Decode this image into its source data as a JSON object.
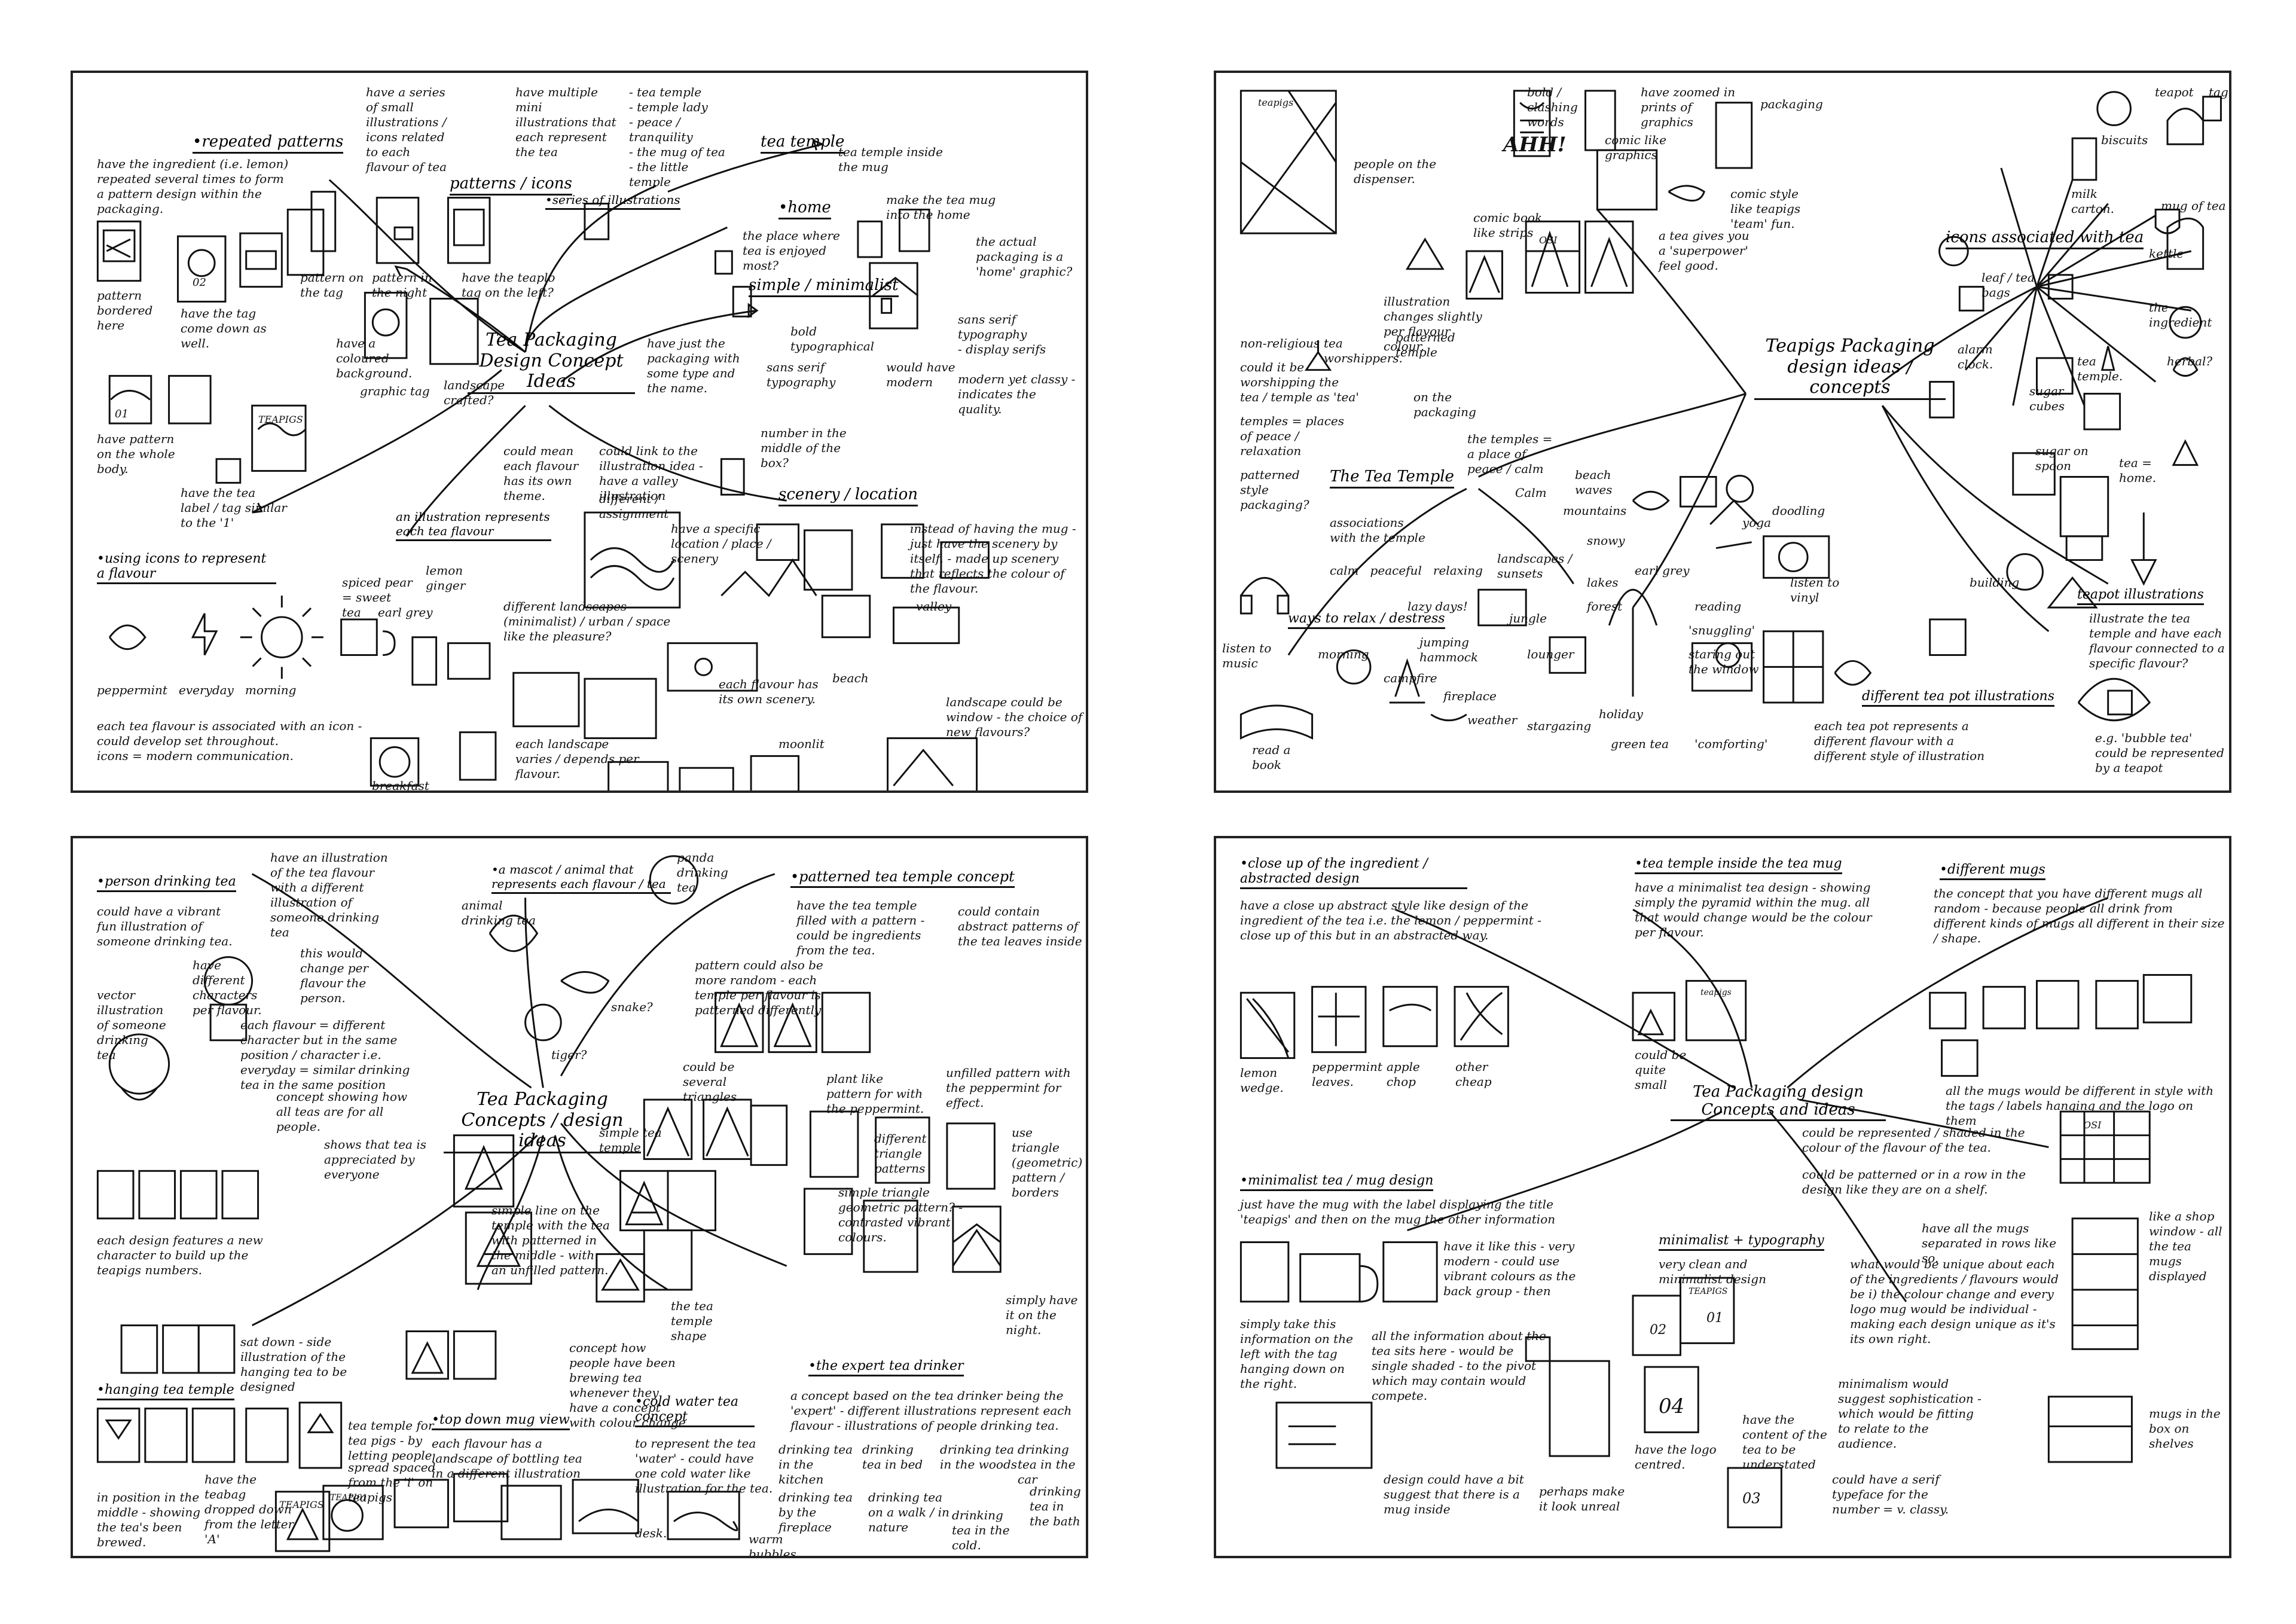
{
  "sheets": [
    {
      "title": "Tea Packaging Design\nConcept Ideas",
      "heads": {
        "repeated": "repeated patterns",
        "patterns": "patterns / icons",
        "series": "series of illustrations",
        "temple": "tea temple",
        "home": "home",
        "minimal": "simple / minimalist",
        "scenery": "scenery / location",
        "illustration": "an illustration represents each tea flavour",
        "icons": "using icons to represent a flavour"
      },
      "notes": {
        "n1": "have the ingredient (i.e. lemon) repeated several times to form a pattern design within the packaging.",
        "n2": "have a series of small illustrations / icons related to each flavour of tea",
        "n3": "have multiple mini illustrations that each represent the tea",
        "n4": "- tea temple\n- temple lady\n- peace / tranquility\n- the mug of tea\n- the little temple",
        "n5": "tea temple inside the mug",
        "n6": "the place where tea is enjoyed most?",
        "n7": "make the tea mug into the home",
        "n8": "the actual packaging is a 'home' graphic?",
        "n9": "have just the packaging with some type and the name.",
        "n10": "sans serif typography\n- display serifs",
        "n11": "bold typographical",
        "n12": "sans serif typography",
        "n13": "would have modern",
        "n14": "modern yet classy - indicates the quality.",
        "n15": "number in the middle of the box?",
        "n16": "pattern in the night",
        "n17": "have the teaplo tag on the left?",
        "n18": "pattern bordered here",
        "n19": "have the tag come down as well.",
        "n20": "pattern on the tag",
        "n21": "have a coloured background.",
        "n22": "graphic tag",
        "n23": "landscape crafted?",
        "n24": "have pattern on the whole body.",
        "n25": "have the tea label / tag similar to the '1'",
        "n26": "could mean each flavour has its own theme.",
        "n27": "could link to the illustration idea - have a valley illustration",
        "n28": "have a specific location / place / scenery",
        "n29": "instead of having the mug - just have the scenery by itself. - made up scenery that reflects the colour of the flavour.",
        "n30": "different landscapes (minimalist) / urban / space like the pleasure?",
        "n31": "different / assignment",
        "n32": "each flavour has its own scenery.",
        "n33": "landscape could be window - the choice of new flavours?",
        "n34": "each landscape varies / depends per flavour.",
        "n35": "peppermint   everyday   morning",
        "n36": "each tea flavour is associated with an icon - could develop set throughout.\nicons = modern communication.",
        "n37": "spiced pear = sweet tea",
        "n38": "lemon ginger",
        "n39": "earl grey",
        "n40": "breakfast",
        "n41": "valley",
        "n42": "beach",
        "n43": "moonlit",
        "n44": "TEAPIGS",
        "n45": "01",
        "n46": "02"
      }
    },
    {
      "title": "Teapigs Packaging\ndesign ideas / concepts",
      "heads": {
        "temple": "The Tea Temple",
        "relax": "ways to relax / destress",
        "icons": "icons associated with tea",
        "teapot": "teapot illustrations",
        "teapots": "different tea pot illustrations"
      },
      "notes": {
        "a1": "people on the dispenser.",
        "a2": "bold / clashing words",
        "a3": "have zoomed in prints of graphics",
        "a4": "comic like graphics",
        "a5": "AHH!",
        "a6": "packaging",
        "a7": "comic book like strips",
        "a8": "a tea gives you a 'superpower' feel good.",
        "a9": "comic style like teapigs 'team' fun.",
        "a10": "illustration changes slightly per flavour colour.",
        "a11": "patterned temple",
        "a12": "non-religious",
        "a13": "tea worshippers.",
        "a14": "could it be worshipping the tea / temple as 'tea'",
        "a15": "temples = places of peace / relaxation",
        "a16": "on the packaging",
        "a17": "patterned style packaging?",
        "a18": "the temples = a place of peace / calm",
        "a19": "associations with the temple",
        "a20": "calm   peaceful   relaxing",
        "a21": "beach waves",
        "a22": "mountains",
        "a23": "snowy",
        "a24": "landscapes / sunsets",
        "a25": "lakes",
        "a26": "forest",
        "a27": "lazy days!",
        "a28": "jungle",
        "a29": "jumping hammock",
        "a30": "lounger",
        "a31": "holiday",
        "a32": "stargazing",
        "a33": "green tea",
        "a34": "reading",
        "a35": "'snuggling'",
        "a36": "staring out the window",
        "a37": "listen to music",
        "a38": "morning",
        "a39": "campfire",
        "a40": "fireplace",
        "a41": "weather",
        "a42": "read a book",
        "a43": "'comforting'",
        "a44": "earl grey",
        "a45": "listen to vinyl",
        "a46": "yoga",
        "a47": "doodling",
        "a48": "biscuits",
        "a49": "milk carton.",
        "a50": "teapot",
        "a51": "tag",
        "a52": "mug of tea",
        "a53": "kettle",
        "a54": "the ingredient",
        "a55": "herbal?",
        "a56": "tea temple.",
        "a57": "leaf / tea bags",
        "a58": "alarm clock.",
        "a59": "sugar cubes",
        "a60": "sugar on spoon",
        "a61": "tea = home.",
        "a62": "building",
        "a63": "illustrate the tea temple and have each flavour connected to a specific flavour?",
        "a64": "each tea pot represents a different flavour with a different style of illustration",
        "a65": "e.g. 'bubble tea' could be represented by a teapot",
        "a66": "teapigs",
        "a67": "OSI",
        "a68": "Calm"
      }
    },
    {
      "title": "Tea Packaging Concepts /\ndesign ideas",
      "heads": {
        "person": "person drinking tea",
        "mascot": "a mascot / animal that represents each flavour / tea",
        "panda": "panda drinking tea",
        "patterned": "patterned tea temple concept",
        "hanging": "hanging tea temple",
        "topdown": "top down mug view",
        "cold": "cold water tea concept",
        "expert": "the expert tea drinker"
      },
      "notes": {
        "b1": "have an illustration of the tea flavour with a different illustration of someone drinking tea",
        "b2": "could have a vibrant fun illustration of someone drinking tea.",
        "b3": "vector illustration of someone drinking tea",
        "b4": "have different characters per flavour.",
        "b5": "this would change per flavour the person.",
        "b6": "each flavour = different character but in the same position / character i.e. everyday = similar drinking tea in the same position",
        "b7": "concept showing how all teas are for all people.",
        "b8": "shows that tea is appreciated by everyone",
        "b9": "each design features a new character to build up the teapigs numbers.",
        "b10": "sat down - side illustration of the hanging tea to be designed",
        "b11": "animal drinking tea",
        "b12": "snake?",
        "b13": "tiger?",
        "b14": "have the tea temple filled with a pattern - could be ingredients from the tea.",
        "b15": "could contain abstract patterns of the tea leaves inside",
        "b16": "pattern could also be more random - each temple per flavour is patterned differently",
        "b17": "could be several triangles",
        "b18": "plant like pattern for with the peppermint.",
        "b19": "unfilled pattern with the peppermint for effect.",
        "b20": "simple tea temple",
        "b21": "simple line on the temple with the tea with patterned in the middle - with an unfilled pattern.",
        "b22": "different triangle patterns",
        "b23": "use triangle (geometric) pattern / borders",
        "b24": "simple triangle geometric pattern? - contrasted vibrant colours.",
        "b25": "simply have it on the night.",
        "b26": "the tea temple shape",
        "b27": "tea temple for tea pigs - by letting people",
        "b28": "spread spaced from the 'i' on teapigs",
        "b29": "in position in the middle - showing the tea's been brewed.",
        "b30": "have the teabag dropped down from the letter 'A'",
        "b31": "each flavour has a landscape of bottling tea in a different illustration",
        "b32": "concept how people have been brewing tea whenever they have a concept with colour change",
        "b33": "to represent the tea 'water' - could have one cold water like illustration for the tea.",
        "b34": "a concept based on the tea drinker being the 'expert' - different illustrations represent each flavour - illustrations of people drinking tea.",
        "b35": "drinking tea in the kitchen",
        "b36": "drinking tea in bed",
        "b37": "drinking tea in the woods",
        "b38": "drinking tea in the car",
        "b39": "drinking tea in the bath",
        "b40": "drinking tea by the fireplace",
        "b41": "drinking tea on a walk / in nature",
        "b42": "drinking tea in the cold.",
        "b43": "desk.",
        "b44": "warm bubbles.",
        "b45": "TEAPIGS",
        "b46": "TEAPI01"
      }
    },
    {
      "title": "Tea Packaging design Concepts\nand ideas",
      "heads": {
        "closeup": "close up of the ingredient / abstracted design",
        "templemug": "tea temple inside the tea mug",
        "mugs": "different mugs",
        "minimal": "minimalist tea / mug design",
        "mintype": "minimalist + typography"
      },
      "notes": {
        "c1": "have a close up abstract style like design of the ingredient of the tea i.e. the lemon / peppermint - close up of this but in an abstracted way.",
        "c2": "lemon wedge.",
        "c3": "peppermint leaves.",
        "c4": "apple chop",
        "c5": "other cheap",
        "c6": "have a minimalist tea design - showing simply the pyramid within the mug. all that would change would be the colour per flavour.",
        "c7": "could be quite small",
        "c8": "the concept that you have different mugs all random - because people all drink from different kinds of mugs all different in their size / shape.",
        "c9": "all the mugs would be different in style with the tags / labels hanging and the logo on them",
        "c10": "could be represented / shaded in the colour of the flavour of the tea.",
        "c11": "could be patterned or in a row in the design like they are on a shelf.",
        "c12": "have all the mugs separated in rows like so.",
        "c13": "like a shop window - all the tea mugs displayed",
        "c14": "mugs in the box on shelves",
        "c15": "just have the mug with the label displaying the title 'teapigs' and then on the mug the other information",
        "c16": "simply take this information on the left with the tag hanging down on the right.",
        "c17": "have it like this - very modern - could use vibrant colours as the back group - then",
        "c18": "all the information about the tea sits here - would be single shaded - to the pivot which may contain would compete.",
        "c19": "design could have a bit suggest that there is a mug inside",
        "c20": "perhaps make it look unreal",
        "c21": "very clean and minimalist design",
        "c22": "have the logo centred.",
        "c23": "have the content of the tea to be understated",
        "c24": "minimalism would suggest sophistication - which would be fitting to relate to the audience.",
        "c25": "what would be unique about each of the ingredients / flavours would be i) the colour change and every logo mug would be individual - making each design unique as it's its own right.",
        "c26": "could have a serif typeface for the number = v. classy.",
        "c27": "teapigs",
        "c28": "TEAPIGS",
        "c29": "01",
        "c30": "02",
        "c31": "04",
        "c32": "03",
        "c33": "OSI"
      }
    }
  ]
}
